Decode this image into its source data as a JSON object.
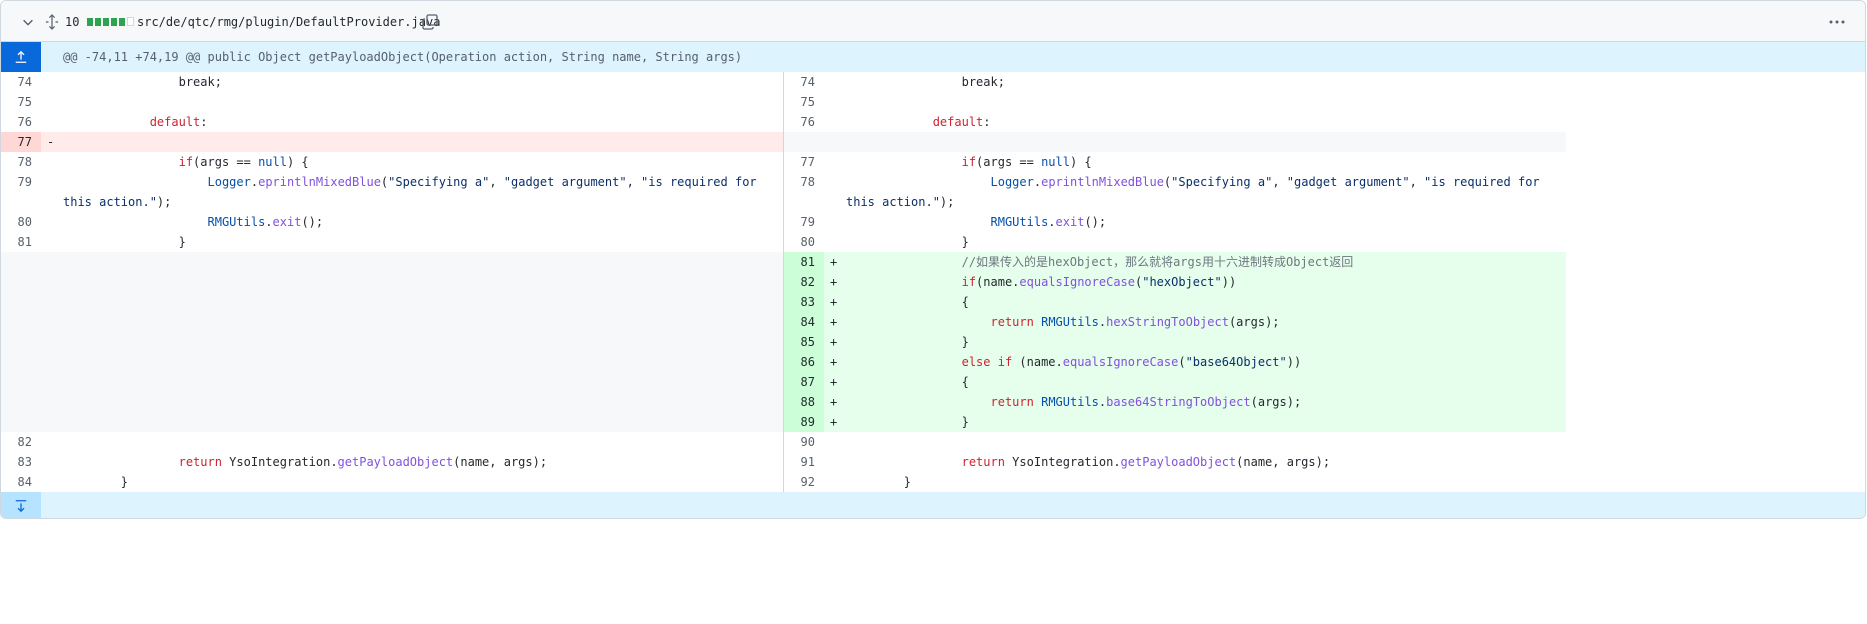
{
  "file": {
    "change_count": "10",
    "path": "src/de/qtc/rmg/plugin/DefaultProvider.java",
    "stat_boxes": [
      "add",
      "add",
      "add",
      "add",
      "add",
      "neutral"
    ]
  },
  "icons": {
    "collapse": "chevron-down-icon",
    "expand_all": "unfold-icon",
    "copy": "copy-icon",
    "kebab": "kebab-horizontal-icon",
    "expand_up": "fold-up-icon",
    "expand_down": "fold-down-icon"
  },
  "colors": {
    "addition": "#e6ffec",
    "addition_num": "#ccffd8",
    "deletion": "#ffebe9",
    "deletion_num": "#ffd7d5",
    "hunk": "#ddf4ff",
    "accent": "#0969da"
  },
  "hunk_header": "@@ -74,11 +74,19 @@ public Object getPayloadObject(Operation action, String name, String args)",
  "left_rows": [
    {
      "num": "74",
      "type": "context",
      "segs": [
        [
          "",
          "                break;"
        ]
      ]
    },
    {
      "num": "75",
      "type": "context",
      "segs": []
    },
    {
      "num": "76",
      "type": "context",
      "segs": [
        [
          "",
          "            "
        ],
        [
          "kw",
          "default"
        ],
        [
          "",
          ":"
        ]
      ]
    },
    {
      "num": "77",
      "type": "del",
      "mark": "-",
      "segs": []
    },
    {
      "num": "78",
      "type": "context",
      "segs": [
        [
          "",
          "                "
        ],
        [
          "kw",
          "if"
        ],
        [
          "",
          "(args == "
        ],
        [
          "cl",
          "null"
        ],
        [
          "",
          ") {"
        ]
      ]
    },
    {
      "num": "79",
      "type": "context",
      "h": 40,
      "segs": [
        [
          "",
          "                    "
        ],
        [
          "cl",
          "Logger"
        ],
        [
          "",
          "."
        ],
        [
          "fn",
          "eprintlnMixedBlue"
        ],
        [
          "",
          "("
        ],
        [
          "st",
          "\"Specifying a\""
        ],
        [
          "",
          ", "
        ],
        [
          "st",
          "\"gadget argument\""
        ],
        [
          "",
          ", "
        ],
        [
          "st",
          "\"is required for this action.\""
        ],
        [
          "",
          ");"
        ]
      ]
    },
    {
      "num": "80",
      "type": "context",
      "segs": [
        [
          "",
          "                    "
        ],
        [
          "cl",
          "RMGUtils"
        ],
        [
          "",
          "."
        ],
        [
          "fn",
          "exit"
        ],
        [
          "",
          "();"
        ]
      ]
    },
    {
      "num": "81",
      "type": "context",
      "segs": [
        [
          "",
          "                }"
        ]
      ]
    },
    {
      "num": "",
      "type": "empty",
      "h": 180,
      "segs": []
    },
    {
      "num": "82",
      "type": "context",
      "segs": []
    },
    {
      "num": "83",
      "type": "context",
      "segs": [
        [
          "",
          "                "
        ],
        [
          "kw",
          "return"
        ],
        [
          "",
          " YsoIntegration."
        ],
        [
          "fn",
          "getPayloadObject"
        ],
        [
          "",
          "(name, args);"
        ]
      ]
    },
    {
      "num": "84",
      "type": "context",
      "segs": [
        [
          "",
          "        }"
        ]
      ]
    }
  ],
  "right_rows": [
    {
      "num": "74",
      "type": "context",
      "segs": [
        [
          "",
          "                break;"
        ]
      ]
    },
    {
      "num": "75",
      "type": "context",
      "segs": []
    },
    {
      "num": "76",
      "type": "context",
      "segs": [
        [
          "",
          "            "
        ],
        [
          "kw",
          "default"
        ],
        [
          "",
          ":"
        ]
      ]
    },
    {
      "num": "",
      "type": "empty",
      "segs": []
    },
    {
      "num": "77",
      "type": "context",
      "segs": [
        [
          "",
          "                "
        ],
        [
          "kw",
          "if"
        ],
        [
          "",
          "(args == "
        ],
        [
          "cl",
          "null"
        ],
        [
          "",
          ") {"
        ]
      ]
    },
    {
      "num": "78",
      "type": "context",
      "h": 40,
      "segs": [
        [
          "",
          "                    "
        ],
        [
          "cl",
          "Logger"
        ],
        [
          "",
          "."
        ],
        [
          "fn",
          "eprintlnMixedBlue"
        ],
        [
          "",
          "("
        ],
        [
          "st",
          "\"Specifying a\""
        ],
        [
          "",
          ", "
        ],
        [
          "st",
          "\"gadget argument\""
        ],
        [
          "",
          ", "
        ],
        [
          "st",
          "\"is required for this action.\""
        ],
        [
          "",
          ");"
        ]
      ]
    },
    {
      "num": "79",
      "type": "context",
      "segs": [
        [
          "",
          "                    "
        ],
        [
          "cl",
          "RMGUtils"
        ],
        [
          "",
          "."
        ],
        [
          "fn",
          "exit"
        ],
        [
          "",
          "();"
        ]
      ]
    },
    {
      "num": "80",
      "type": "context",
      "segs": [
        [
          "",
          "                }"
        ]
      ]
    },
    {
      "num": "81",
      "type": "add",
      "mark": "+",
      "segs": [
        [
          "",
          "                "
        ],
        [
          "cm",
          "//如果传入的是hexObject，那么就将args用十六进制转成Object返回"
        ]
      ]
    },
    {
      "num": "82",
      "type": "add",
      "mark": "+",
      "segs": [
        [
          "",
          "                "
        ],
        [
          "kw",
          "if"
        ],
        [
          "",
          "(name."
        ],
        [
          "fn",
          "equalsIgnoreCase"
        ],
        [
          "",
          "("
        ],
        [
          "st",
          "\"hexObject\""
        ],
        [
          "",
          "))"
        ]
      ]
    },
    {
      "num": "83",
      "type": "add",
      "mark": "+",
      "segs": [
        [
          "",
          "                {"
        ]
      ]
    },
    {
      "num": "84",
      "type": "add",
      "mark": "+",
      "segs": [
        [
          "",
          "                    "
        ],
        [
          "kw",
          "return"
        ],
        [
          " ",
          ""
        ],
        [
          "cl",
          "RMGUtils"
        ],
        [
          "",
          "."
        ],
        [
          "fn",
          "hexStringToObject"
        ],
        [
          "",
          "(args);"
        ]
      ]
    },
    {
      "num": "85",
      "type": "add",
      "mark": "+",
      "segs": [
        [
          "",
          "                }"
        ]
      ]
    },
    {
      "num": "86",
      "type": "add",
      "mark": "+",
      "segs": [
        [
          "",
          "                "
        ],
        [
          "kw",
          "else if"
        ],
        [
          "",
          " (name."
        ],
        [
          "fn",
          "equalsIgnoreCase"
        ],
        [
          "",
          "("
        ],
        [
          "st",
          "\"base64Object\""
        ],
        [
          "",
          "))"
        ]
      ]
    },
    {
      "num": "87",
      "type": "add",
      "mark": "+",
      "segs": [
        [
          "",
          "                {"
        ]
      ]
    },
    {
      "num": "88",
      "type": "add",
      "mark": "+",
      "segs": [
        [
          "",
          "                    "
        ],
        [
          "kw",
          "return"
        ],
        [
          " ",
          ""
        ],
        [
          "cl",
          "RMGUtils"
        ],
        [
          "",
          "."
        ],
        [
          "fn",
          "base64StringToObject"
        ],
        [
          "",
          "(args);"
        ]
      ]
    },
    {
      "num": "89",
      "type": "add",
      "mark": "+",
      "segs": [
        [
          "",
          "                }"
        ]
      ]
    },
    {
      "num": "90",
      "type": "context",
      "segs": []
    },
    {
      "num": "91",
      "type": "context",
      "segs": [
        [
          "",
          "                "
        ],
        [
          "kw",
          "return"
        ],
        [
          "",
          " YsoIntegration."
        ],
        [
          "fn",
          "getPayloadObject"
        ],
        [
          "",
          "(name, args);"
        ]
      ]
    },
    {
      "num": "92",
      "type": "context",
      "segs": [
        [
          "",
          "        }"
        ]
      ]
    }
  ]
}
